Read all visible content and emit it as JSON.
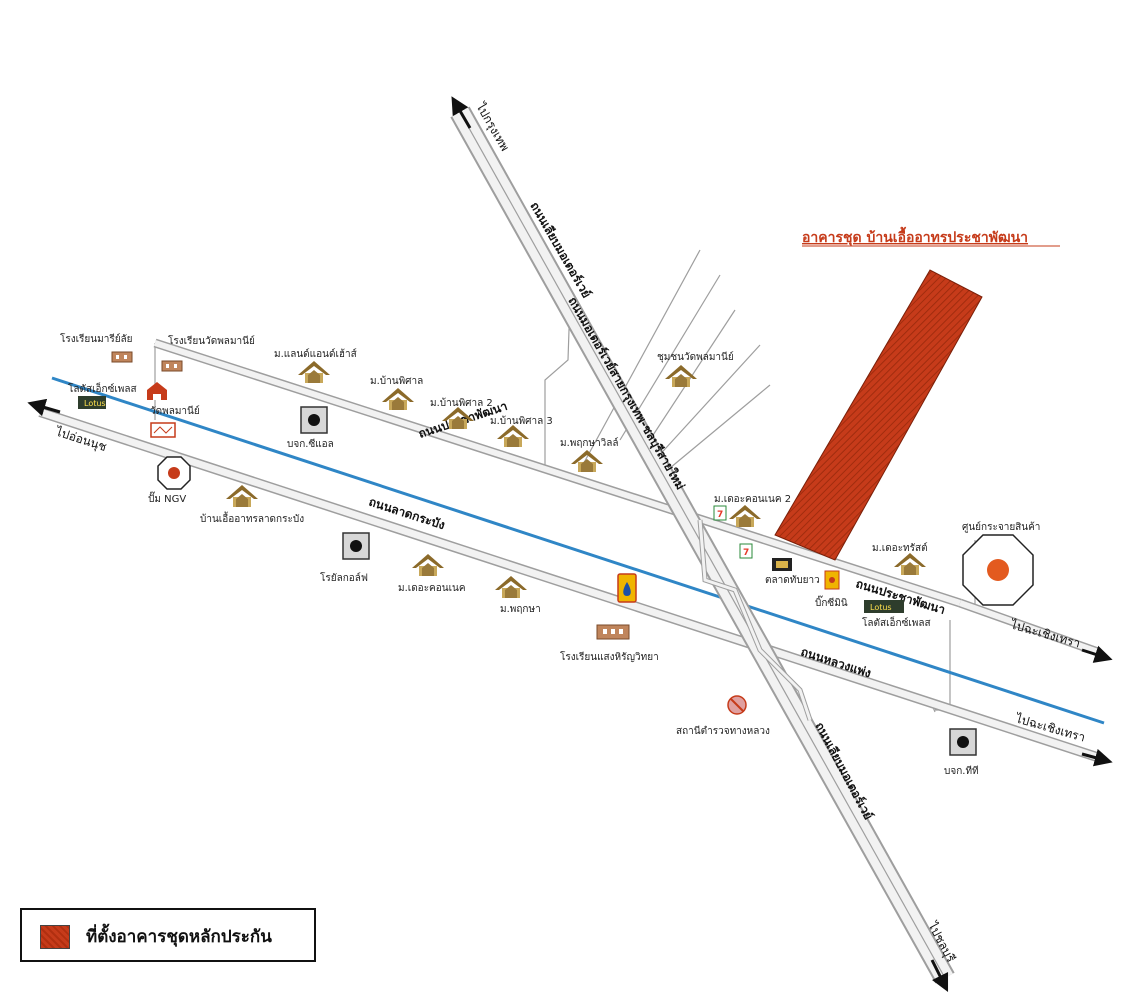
{
  "title": "อาคารชุด บ้านเอื้ออาทรประชาพัฒนา",
  "legend": {
    "label": "ที่ตั้งอาคารชุดหลักประกัน"
  },
  "roads": {
    "prachapattana_west": "ถนนประชาพัฒนา",
    "prachapattana_east": "ถนนประชาพัฒนา",
    "latkrabang": "ถนนลาดกระบัง",
    "luangphaeng": "ถนนหลวงแพ่ง",
    "motorway_north": "ถนนเลียบมอเตอร์เวย์",
    "motorway_main": "ถนนมอเตอร์เวย์สายกรุงเทพ-ชลบุรีสายใหม่",
    "motorway_south": "ถนนเลียบมอเตอร์เวย์"
  },
  "directions": {
    "bangkok": "ไปกรุงเทพ",
    "onnut": "ไปอ่อนนุช",
    "chachoengsao_1": "ไปฉะเชิงเทรา",
    "chachoengsao_2": "ไปฉะเชิงเทรา",
    "chonburi": "ไปชลบุรี"
  },
  "places": {
    "school_maria": "โรงเรียนมารีย์ลัย",
    "school_wat_phon": "โรงเรียนวัดพลมานีย์",
    "lotus_express_west": "โลตัสเอ็กซ์เพลส",
    "wat_phon": "วัดพลมานีย์",
    "ngv": "ปั๊ม NGV",
    "baan_latkrabang": "บ้านเอื้ออาทรลาดกระบัง",
    "scl": "บจก.ซีแอล",
    "land_and_house": "ม.แลนด์แอนด์เฮ้าส์",
    "baan_pisan": "ม.บ้านพิศาล",
    "baan_pisan_2": "ม.บ้านพิศาล 2",
    "baan_pisan_3": "ม.บ้านพิศาล 3",
    "preuksa_ville": "ม.พฤกษาวิลล์",
    "chumchon_wat": "ชุมชนวัดพลมานีย์",
    "royal_golf": "โรยัลกอล์ฟ",
    "the_connect": "ม.เดอะคอนเนค",
    "preuksa": "ม.พฤกษา",
    "school_saengsri": "โรงเรียนแสงหิรัญวิทยา",
    "police": "สถานีตำรวจทางหลวง",
    "the_connect_2": "ม.เดอะคอนเนค 2",
    "market": "ตลาดทับยาว",
    "big_c": "บิ๊กซีมินิ",
    "lotus_express_east": "โลตัสเอ็กซ์เพลส",
    "the_trust": "ม.เดอะทรัสต์",
    "distribution": "ศูนย์กระจายสินค้า",
    "ktt": "บจก.ทีที",
    "lotus_logo": "Lotus"
  },
  "colors": {
    "road_fill": "#f2f2f2",
    "road_edge": "#9e9e9e",
    "canal": "#2f86c6",
    "building": "#c63b1a",
    "title": "#c63b1a",
    "house_roof": "#8b6a2a",
    "house_body": "#c8a85a"
  },
  "icons": [
    "house-icon",
    "school-icon",
    "temple-icon",
    "factory-icon",
    "gas-station-icon",
    "seven-eleven-icon",
    "store-icon",
    "police-icon",
    "distribution-center-icon",
    "fuel-pump-icon",
    "arrow-icon"
  ]
}
